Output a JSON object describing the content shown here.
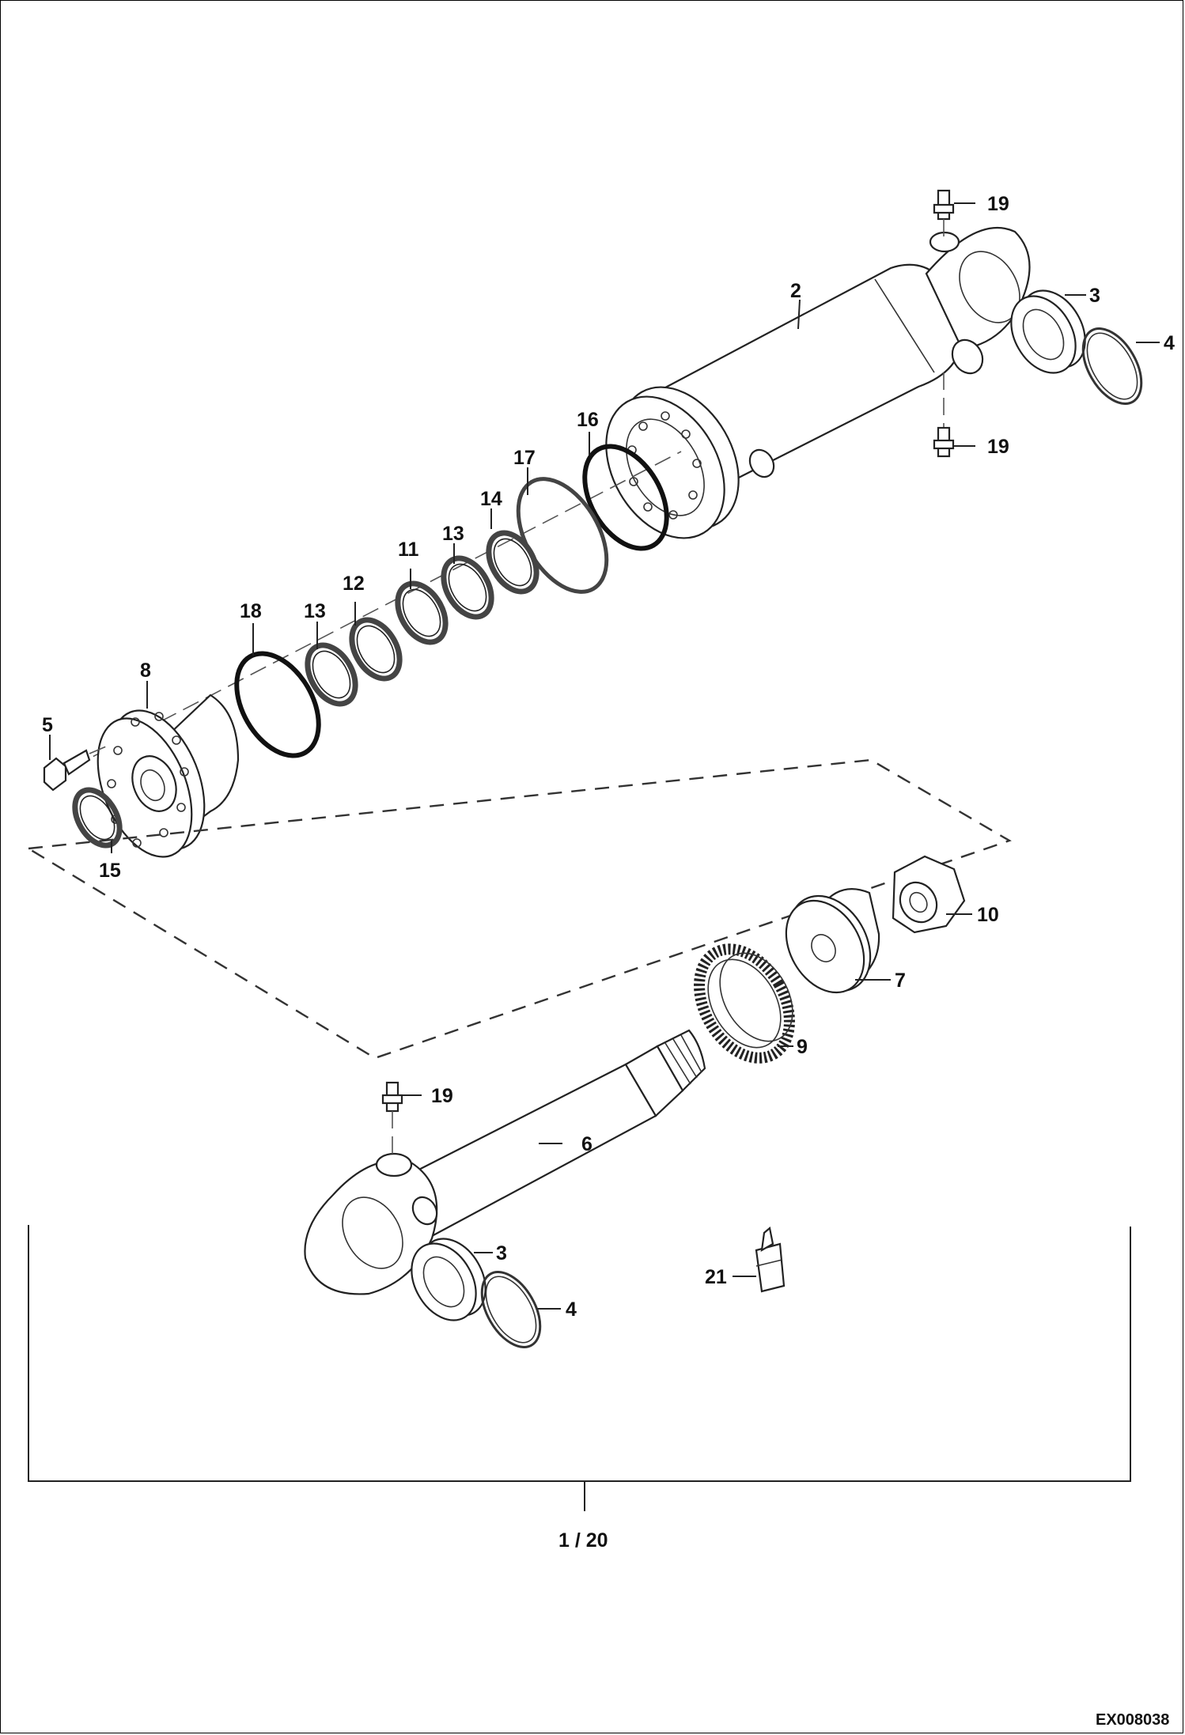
{
  "drawing_code": "EX008038",
  "assembly_label": "1 / 20",
  "callouts": [
    {
      "id": "c19a",
      "text": "19"
    },
    {
      "id": "c2",
      "text": "2"
    },
    {
      "id": "c3a",
      "text": "3"
    },
    {
      "id": "c4a",
      "text": "4"
    },
    {
      "id": "c19b",
      "text": "19"
    },
    {
      "id": "c16",
      "text": "16"
    },
    {
      "id": "c17",
      "text": "17"
    },
    {
      "id": "c14",
      "text": "14"
    },
    {
      "id": "c13a",
      "text": "13"
    },
    {
      "id": "c11",
      "text": "11"
    },
    {
      "id": "c12",
      "text": "12"
    },
    {
      "id": "c13b",
      "text": "13"
    },
    {
      "id": "c18",
      "text": "18"
    },
    {
      "id": "c8",
      "text": "8"
    },
    {
      "id": "c5",
      "text": "5"
    },
    {
      "id": "c15",
      "text": "15"
    },
    {
      "id": "c10",
      "text": "10"
    },
    {
      "id": "c7",
      "text": "7"
    },
    {
      "id": "c9",
      "text": "9"
    },
    {
      "id": "c19c",
      "text": "19"
    },
    {
      "id": "c6",
      "text": "6"
    },
    {
      "id": "c3b",
      "text": "3"
    },
    {
      "id": "c4b",
      "text": "4"
    },
    {
      "id": "c21",
      "text": "21"
    }
  ]
}
